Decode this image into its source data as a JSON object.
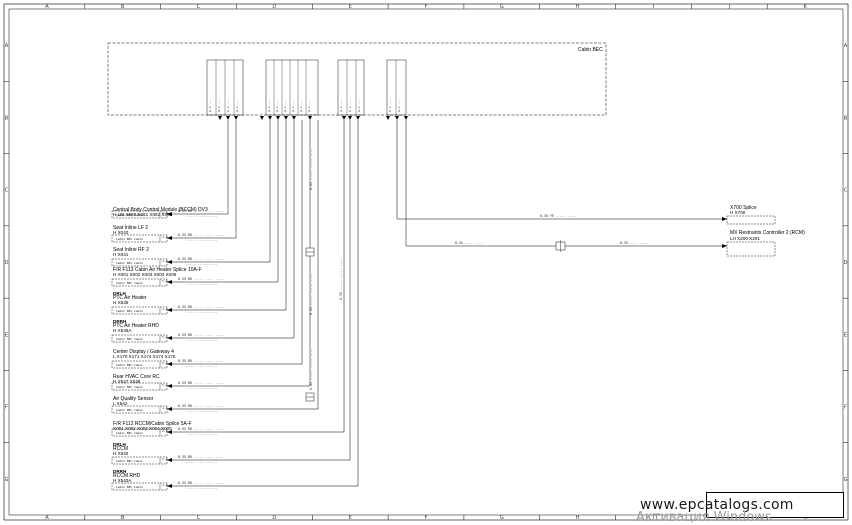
{
  "ruler": {
    "top": [
      "A",
      "B",
      "C",
      "D",
      "E",
      "F",
      "G",
      "H",
      "I",
      "J",
      "K"
    ],
    "left": [
      "A",
      "B",
      "C",
      "D",
      "E",
      "F",
      "G"
    ]
  },
  "cabin_bec": {
    "title": "Cabin BEC"
  },
  "components": [
    {
      "name": "Central Body Control Module (BCCM) DV3",
      "connectors": "H,LW   X060  X061  X062  X062"
    },
    {
      "name": "Seat Inline LF 2",
      "connectors": "H         X040"
    },
    {
      "name": "Seat Inline RF 2",
      "connectors": "H         X041"
    },
    {
      "name": "F/R F113 Cabin Air Heater Splice 10A-F",
      "connectors": "H   X001  X002  X003  X004  X005"
    },
    {
      "name": "PTC Air Heater",
      "connectors": "H         X535",
      "tag": "DRLH"
    },
    {
      "name": "PTC Air Heater RHD",
      "connectors": "H         X535A",
      "tag": "DRRH"
    },
    {
      "name": "Center Display / Gateway 4",
      "connectors": "L   X170  X171  X174  X174  X175"
    },
    {
      "name": "Rear HVAC Core RC",
      "connectors": "H    X547   X548"
    },
    {
      "name": "Air Quality Sensor",
      "connectors": "L         X542"
    },
    {
      "name": "F/R F112 RCCM/Cabin Splice 5A-F",
      "connectors": "X001  X002  X003  X004  X005"
    },
    {
      "name": "RCCM",
      "connectors": "H         X540",
      "tag": "DRLH"
    },
    {
      "name": "RCCM RHD",
      "connectors": "H         X540A",
      "tag": "DRRH"
    }
  ],
  "right_components": [
    {
      "name": "X700 Splice",
      "connectors": "H         X700"
    },
    {
      "name": "MX Restraints Controller 2 (RCM)",
      "connectors": "LH      X200  X201"
    }
  ],
  "watermark": "www.epcatalogs.com",
  "activation_text": "Активация Windows"
}
